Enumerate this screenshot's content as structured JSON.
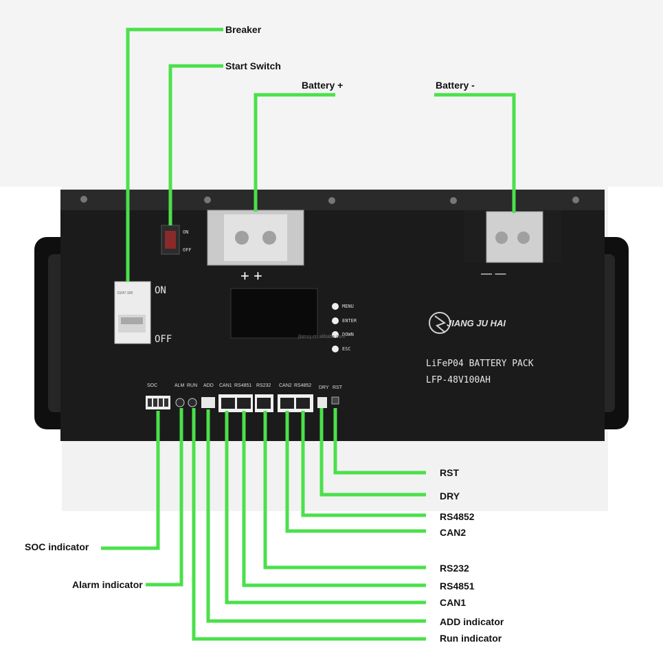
{
  "labels": {
    "breaker": "Breaker",
    "start_switch": "Start Switch",
    "battery_plus": "Battery +",
    "battery_minus": "Battery -",
    "rst": "RST",
    "dry": "DRY",
    "rs4852": "RS4852",
    "can2": "CAN2",
    "soc_indicator": "SOC indicator",
    "alarm_indicator": "Alarm indicator",
    "rs232": "RS232",
    "rs4851": "RS4851",
    "can1": "CAN1",
    "add_indicator": "ADD indicator",
    "run_indicator": "Run indicator"
  },
  "panel": {
    "brand": "JIANG JU HAI",
    "product_line1": "LiFeP04 BATTERY PACK",
    "product_line2": "LFP-48V100AH",
    "watermark": "jlianxy.en.alibaba.com",
    "breaker_on": "ON",
    "breaker_off": "OFF",
    "switch_on": "ON",
    "switch_off": "OFF",
    "plus_signs": "+ +",
    "minus_signs": "— —",
    "breaker_model": "DZ47-100",
    "buttons": [
      "MENU",
      "ENTER",
      "DOWN",
      "ESC"
    ],
    "ports": {
      "soc": "SOC",
      "alm": "ALM",
      "run": "RUN",
      "add": "ADD",
      "can1": "CAN1",
      "rs4851": "RS4851",
      "rs232": "RS232",
      "can2": "CAN2",
      "rs4852": "RS4852",
      "dry": "DRY",
      "rst": "RST"
    }
  },
  "colors": {
    "leader_line": "#4be04b",
    "panel": "#1b1b1b",
    "panel_top": "#2a2a2a",
    "terminal_cover": "#c9c9c9"
  }
}
